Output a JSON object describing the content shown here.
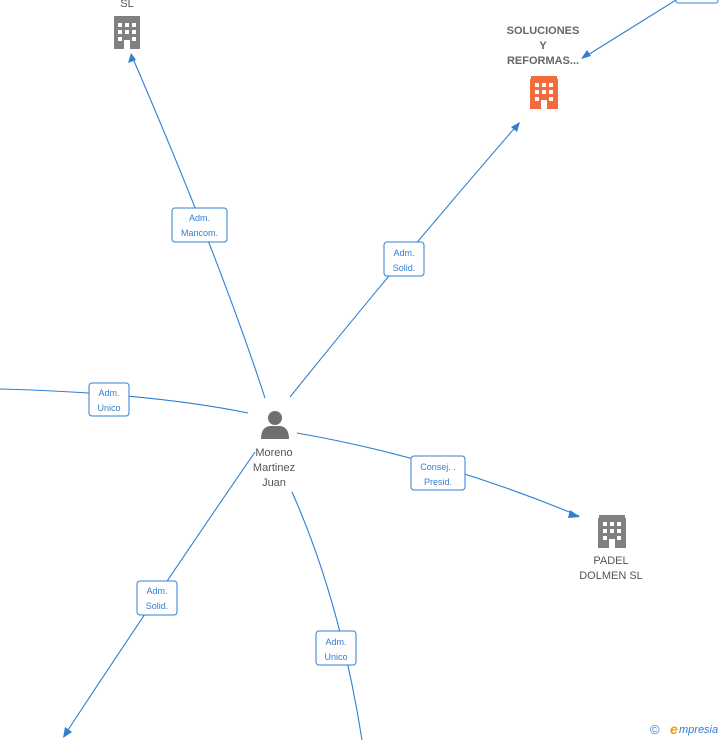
{
  "colors": {
    "edge": "#2f7fd1",
    "company": "#808080",
    "company_highlight": "#f26a3d",
    "person": "#6f6f6f"
  },
  "center": {
    "name_lines": [
      "Moreno",
      "Martinez",
      "Juan"
    ],
    "icon": "person-icon"
  },
  "nodes": [
    {
      "id": "top-left-company",
      "name_lines": [
        "SL"
      ],
      "icon": "building-icon",
      "highlight": false
    },
    {
      "id": "soluciones",
      "name_lines": [
        "SOLUCIONES",
        "Y",
        "REFORMAS..."
      ],
      "icon": "building-icon",
      "highlight": true
    },
    {
      "id": "padel",
      "name_lines": [
        "PADEL",
        "DOLMEN SL"
      ],
      "icon": "building-icon",
      "highlight": false
    }
  ],
  "edges": [
    {
      "id": "to-top-left",
      "label_lines": [
        "Adm.",
        "Mancom."
      ]
    },
    {
      "id": "to-soluciones",
      "label_lines": [
        "Adm.",
        "Solid."
      ]
    },
    {
      "id": "to-left",
      "label_lines": [
        "Adm.",
        "Unico"
      ]
    },
    {
      "id": "to-padel",
      "label_lines": [
        "Consej. .",
        "Presid."
      ]
    },
    {
      "id": "to-bottom-left",
      "label_lines": [
        "Adm.",
        "Solid."
      ]
    },
    {
      "id": "to-bottom",
      "label_lines": [
        "Adm.",
        "Unico"
      ]
    }
  ],
  "brand": {
    "copyright": "©",
    "initial": "e",
    "name": "mpresia"
  }
}
